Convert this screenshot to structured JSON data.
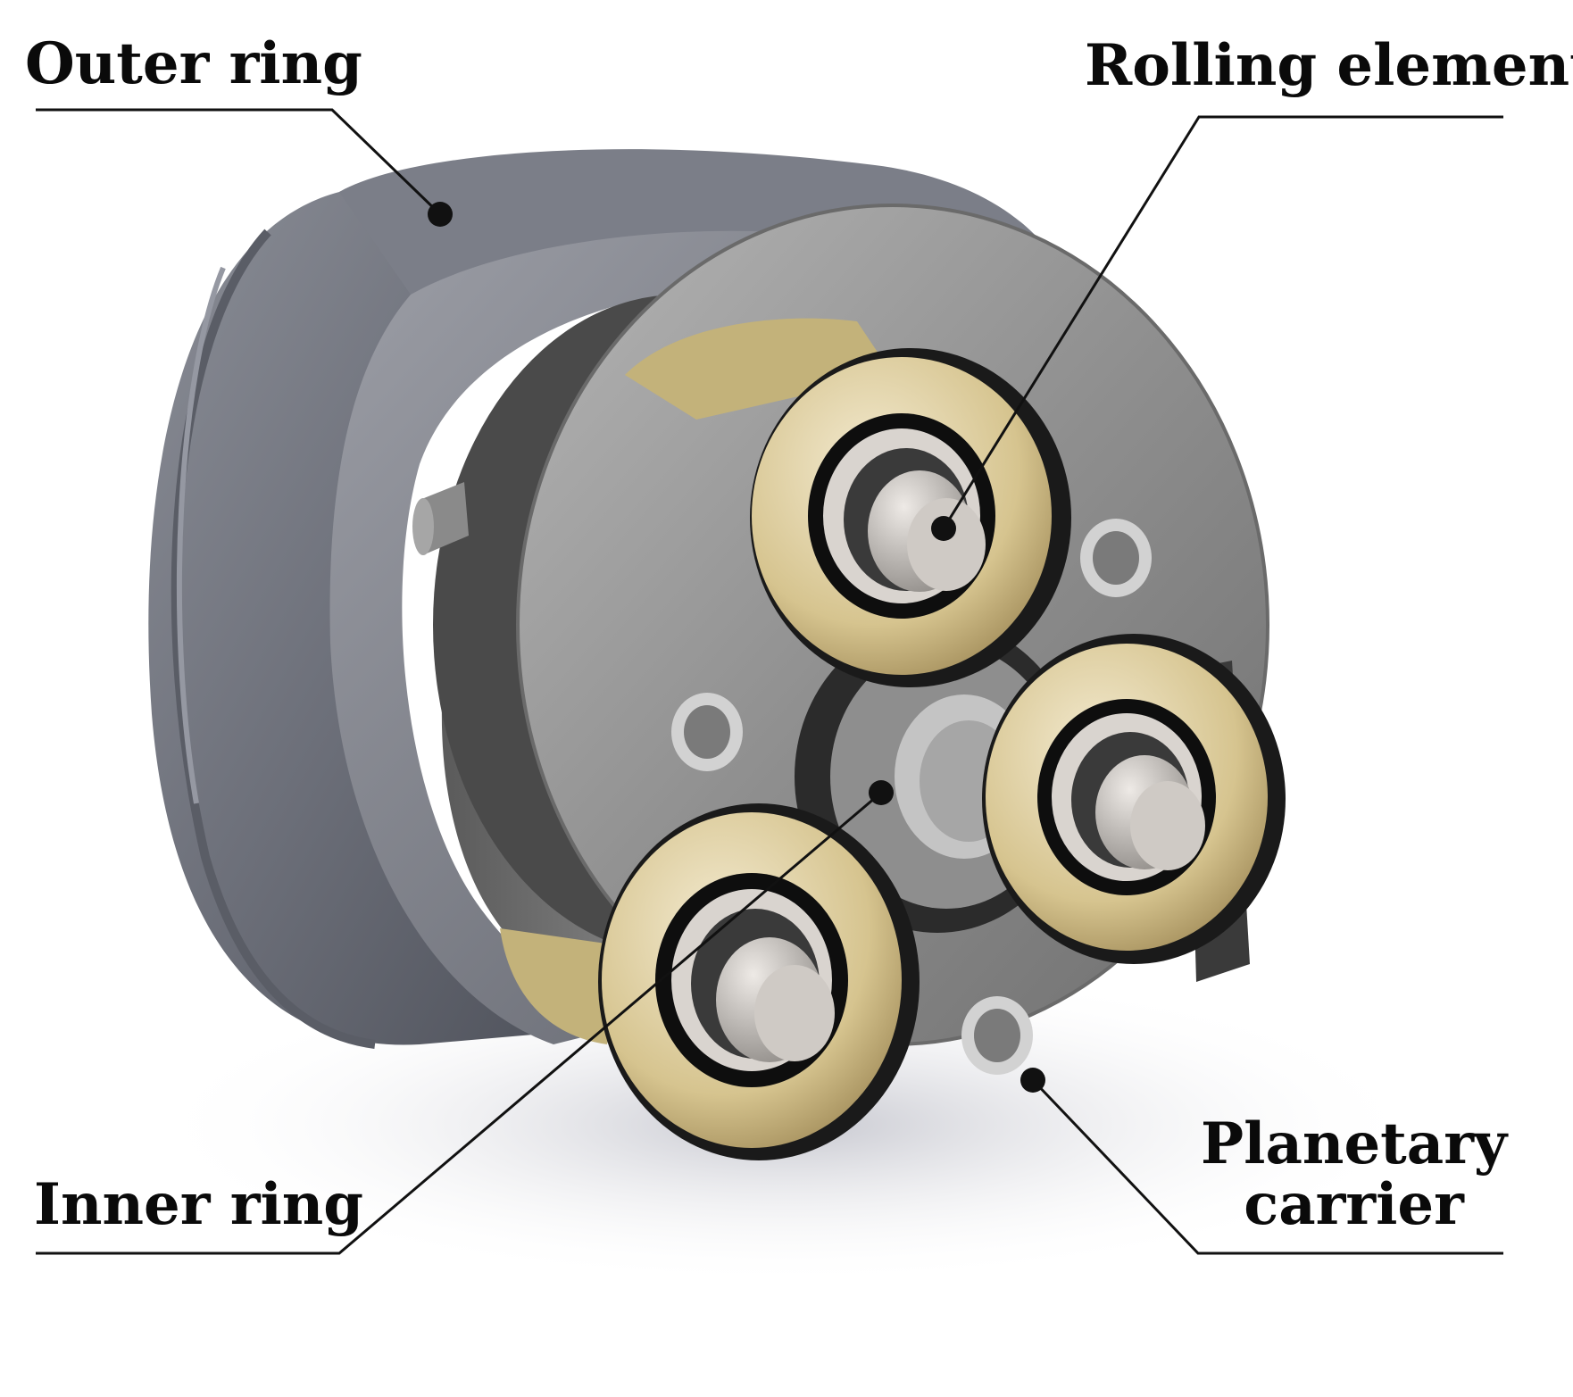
{
  "labels": {
    "outer_ring": "Outer ring",
    "rolling_element": "Rolling element",
    "inner_ring": "Inner ring",
    "planetary_carrier_line1": "Planetary",
    "planetary_carrier_line2": "carrier"
  },
  "colors": {
    "leader_line": "#111111",
    "outer_ring": "#6f727c",
    "carrier": "#8a8a8a",
    "roller_brass": "#d8c898",
    "inner_ring": "#8c8c8c",
    "pin": "#c9c5c0"
  }
}
